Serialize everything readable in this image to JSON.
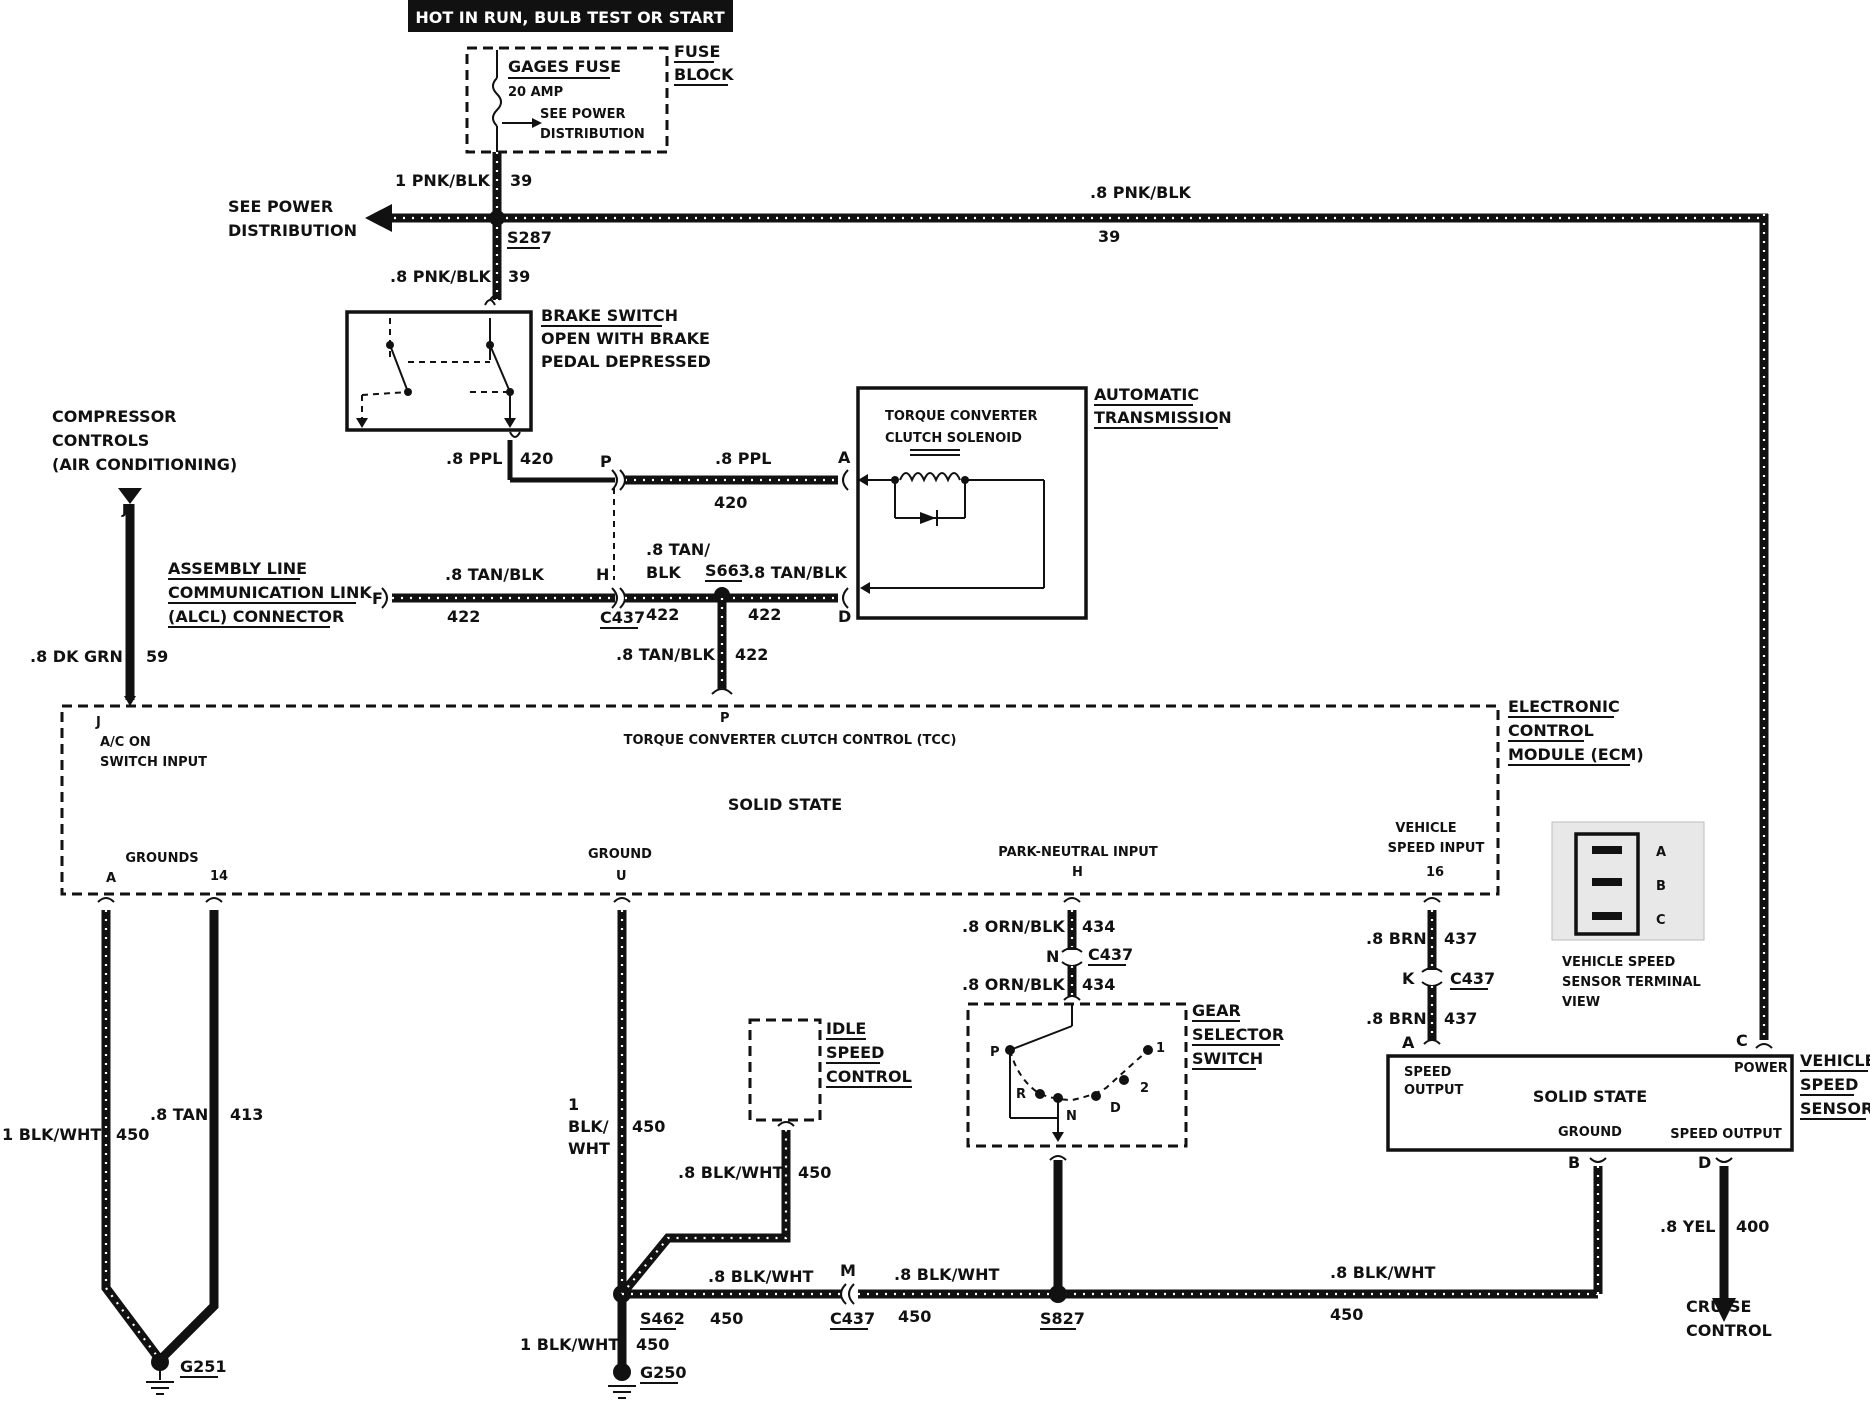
{
  "header": {
    "power_label": "HOT IN RUN, BULB TEST OR START"
  },
  "fuse_block": {
    "title_1": "FUSE",
    "title_2": "BLOCK",
    "fuse_name": "GAGES FUSE",
    "fuse_rating": "20 AMP",
    "ref_1": "SEE POWER",
    "ref_2": "DISTRIBUTION"
  },
  "power_distribution": {
    "line_1": "SEE POWER",
    "line_2": "DISTRIBUTION"
  },
  "splices": {
    "s287": "S287",
    "s663": "S663",
    "s462": "S462",
    "s827": "S827"
  },
  "grounds": {
    "g251": "G251",
    "g250": "G250"
  },
  "connectors": {
    "c437": "C437"
  },
  "wires": {
    "pnk_blk_1": "1 PNK/BLK",
    "pnk_blk_8": ".8 PNK/BLK",
    "c39": "39",
    "ppl_8": ".8 PPL",
    "c420": "420",
    "tan_blk_8": ".8 TAN/BLK",
    "tan_blk_split_1": ".8 TAN/",
    "tan_blk_split_2": "BLK",
    "c422": "422",
    "dk_grn_8": ".8 DK GRN",
    "c59": "59",
    "blk_wht_1": "1 BLK/WHT",
    "blk_wht_split_1": "1",
    "blk_wht_split_2": "BLK/",
    "blk_wht_split_3": "WHT",
    "blk_wht_8": ".8 BLK/WHT",
    "c450": "450",
    "tan_8": ".8 TAN",
    "c413": "413",
    "orn_blk_8": ".8 ORN/BLK",
    "c434": "434",
    "brn_8": ".8 BRN",
    "c437_wire": "437",
    "yel_8": ".8 YEL",
    "c400": "400"
  },
  "brake_switch": {
    "title": "BRAKE SWITCH",
    "line_2": "OPEN WITH BRAKE",
    "line_3": "PEDAL DEPRESSED"
  },
  "transmission": {
    "title_1": "AUTOMATIC",
    "title_2": "TRANSMISSION",
    "solenoid_1": "TORQUE CONVERTER",
    "solenoid_2": "CLUTCH SOLENOID"
  },
  "compressor": {
    "line_1": "COMPRESSOR",
    "line_2": "CONTROLS",
    "line_3": "(AIR CONDITIONING)"
  },
  "alcl": {
    "line_1": "ASSEMBLY LINE",
    "line_2": "COMMUNICATION LINK",
    "line_3": "(ALCL) CONNECTOR"
  },
  "ecm": {
    "title_1": "ELECTRONIC",
    "title_2": "CONTROL",
    "title_3": "MODULE (ECM)",
    "tcc": "TORQUE CONVERTER CLUTCH CONTROL (TCC)",
    "solid_state": "SOLID STATE",
    "ac_1": "A/C ON",
    "ac_2": "SWITCH INPUT",
    "grounds": "GROUNDS",
    "ground": "GROUND",
    "park_neutral": "PARK-NEUTRAL INPUT",
    "vsi_1": "VEHICLE",
    "vsi_2": "SPEED INPUT",
    "pin_a": "A",
    "pin_14": "14",
    "pin_u": "U",
    "pin_h": "H",
    "pin_16": "16",
    "pin_j": "J",
    "pin_p": "P"
  },
  "pins": {
    "p": "P",
    "a": "A",
    "h": "H",
    "d": "D",
    "f": "F",
    "j": "J",
    "n": "N",
    "k": "K",
    "m": "M",
    "b": "B",
    "c": "C"
  },
  "idle": {
    "line_1": "IDLE",
    "line_2": "SPEED",
    "line_3": "CONTROL"
  },
  "gear_selector": {
    "title_1": "GEAR",
    "title_2": "SELECTOR",
    "title_3": "SWITCH",
    "pos_p": "P",
    "pos_r": "R",
    "pos_n": "N",
    "pos_d": "D",
    "pos_2": "2",
    "pos_1": "1"
  },
  "vss": {
    "title_1": "VEHICLE",
    "title_2": "SPEED",
    "title_3": "SENSOR",
    "speed_out_1": "SPEED",
    "speed_out_2": "OUTPUT",
    "solid_state": "SOLID STATE",
    "power": "POWER",
    "ground": "GROUND",
    "speed_output": "SPEED OUTPUT"
  },
  "terminal_view": {
    "line_1": "VEHICLE SPEED",
    "line_2": "SENSOR TERMINAL",
    "line_3": "VIEW",
    "a": "A",
    "b": "B",
    "c": "C"
  },
  "cruise": {
    "line_1": "CRUISE",
    "line_2": "CONTROL"
  }
}
